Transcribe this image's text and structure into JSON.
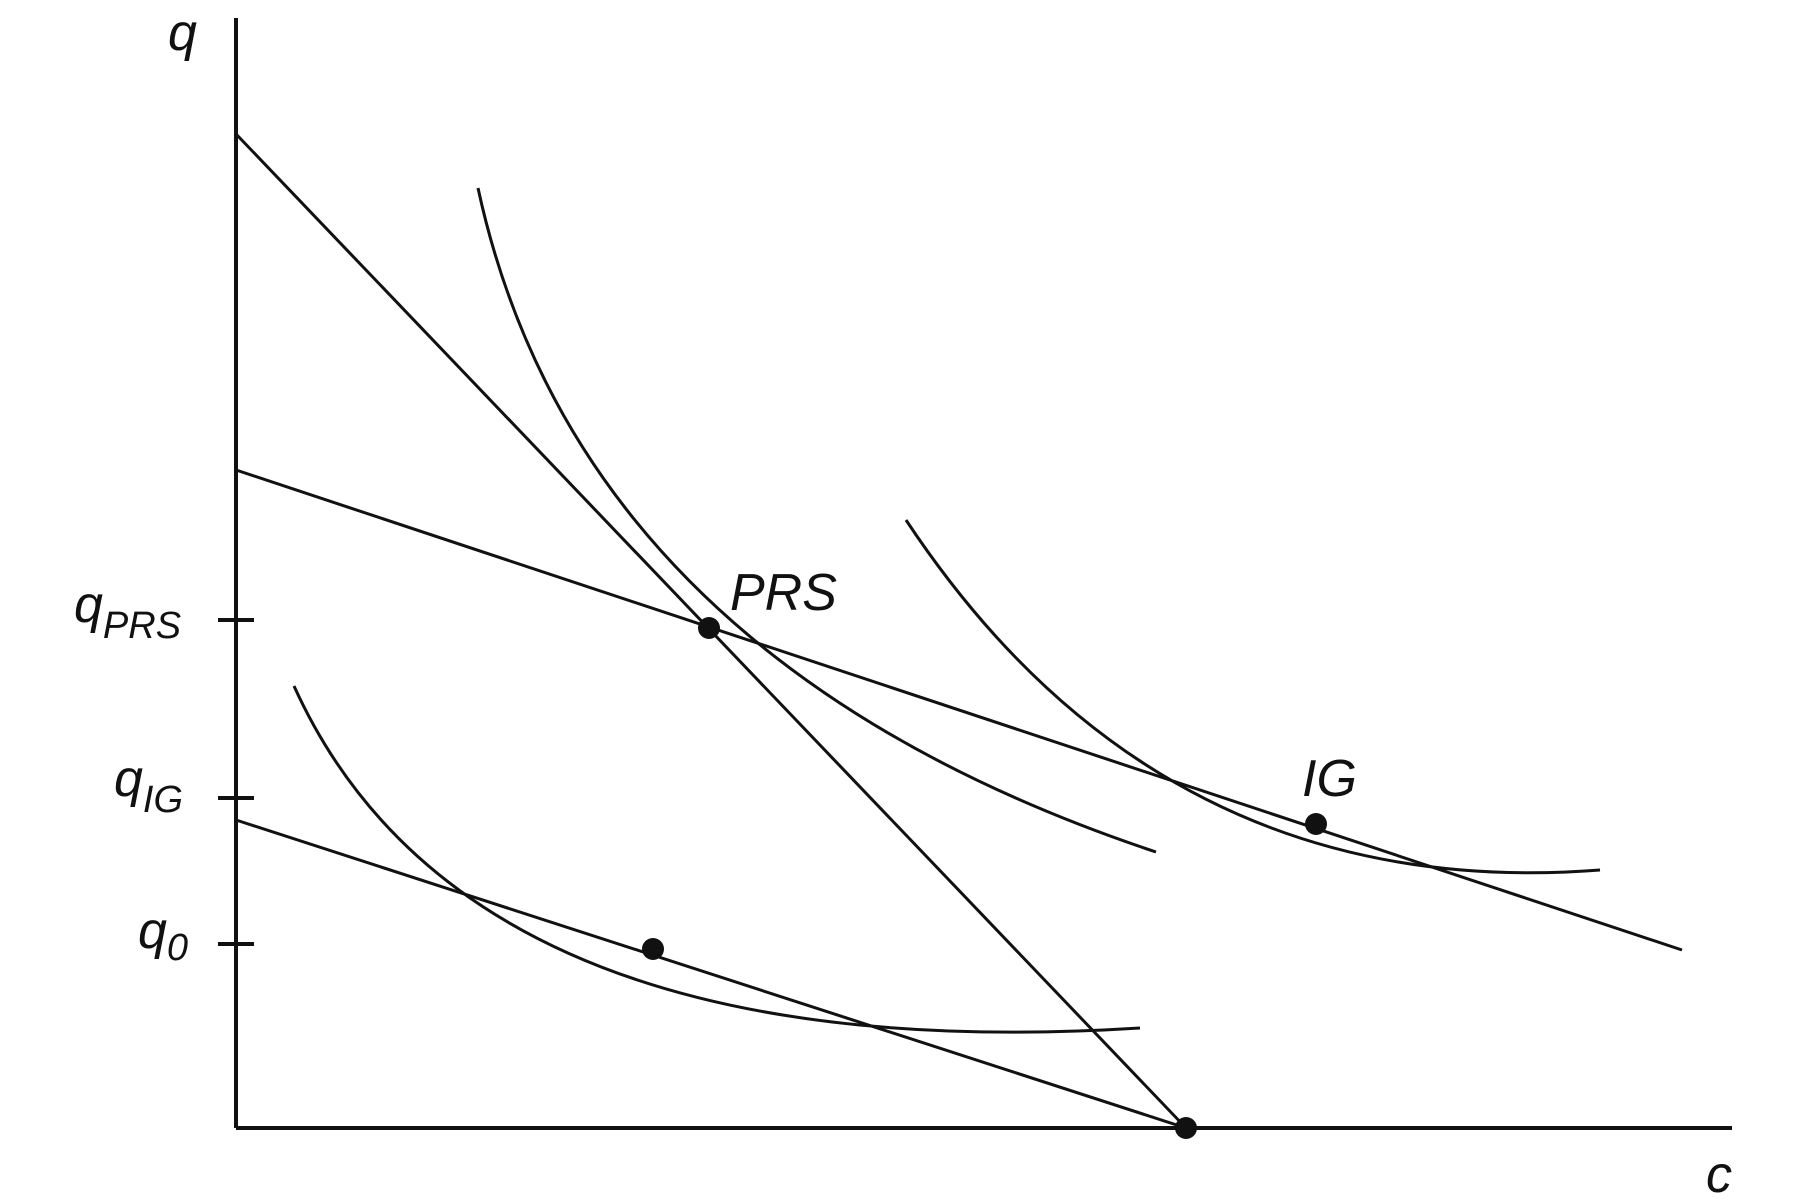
{
  "axes": {
    "y_label": "q",
    "x_label": "c"
  },
  "y_ticks": [
    {
      "main": "q",
      "sub": "PRS"
    },
    {
      "main": "q",
      "sub": "IG"
    },
    {
      "main": "q",
      "sub": "0"
    }
  ],
  "point_labels": {
    "prs": "PRS",
    "ig": "IG"
  },
  "colors": {
    "ink": "#111111",
    "background": "#ffffff"
  }
}
